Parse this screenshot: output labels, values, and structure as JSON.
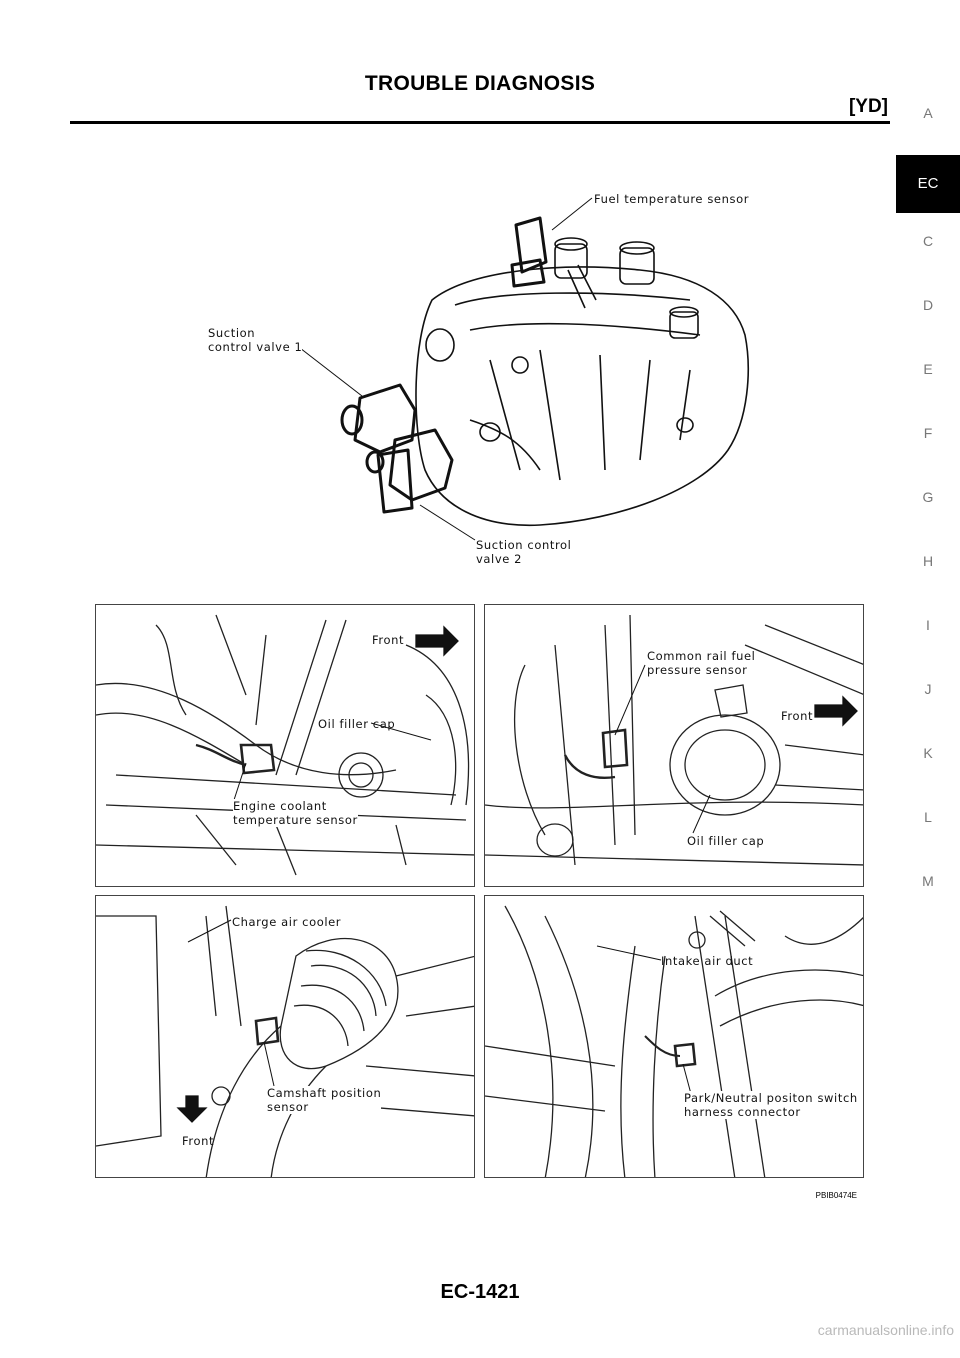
{
  "header": {
    "title": "TROUBLE DIAGNOSIS",
    "subtitle": "[YD]"
  },
  "side_index": [
    "A",
    "EC",
    "C",
    "D",
    "E",
    "F",
    "G",
    "H",
    "I",
    "J",
    "K",
    "L",
    "M"
  ],
  "side_index_active": "EC",
  "figure": {
    "pump_labels": {
      "fuel_temp_sensor": "Fuel temperature sensor",
      "suction_valve_1": "Suction\ncontrol valve 1",
      "suction_valve_2": "Suction control\nvalve 2"
    },
    "panel1": {
      "front": "Front",
      "oil_filler_cap": "Oil filler cap",
      "ect_sensor": "Engine coolant\ntemperature sensor"
    },
    "panel2": {
      "rail_sensor": "Common rail fuel\npressure sensor",
      "front": "Front",
      "oil_filler_cap": "Oil filler cap"
    },
    "panel3": {
      "charge_air_cooler": "Charge air cooler",
      "camshaft_sensor": "Camshaft position\nsensor",
      "front": "Front"
    },
    "panel4": {
      "intake_air_duct": "Intake air duct",
      "pnp_connector": "Park/Neutral positon switch\nharness connector"
    },
    "code": "PBIB0474E"
  },
  "page_number": "EC-1421",
  "watermark": "carmanualsonline.info"
}
